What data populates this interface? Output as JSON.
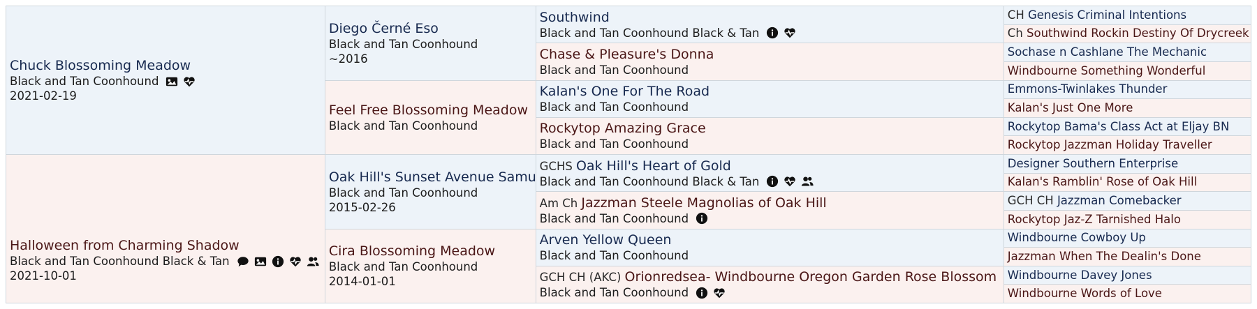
{
  "subject_sire": {
    "name": "Chuck Blossoming Meadow",
    "breed": "Black and Tan Coonhound",
    "date": "2021-02-19",
    "icons": [
      "image-icon",
      "heart-pulse-icon"
    ],
    "sire": {
      "name": "Diego Černé Eso",
      "breed": "Black and Tan Coonhound",
      "date": "~2016",
      "sire": {
        "name": "Southwind",
        "breed": "Black and Tan Coonhound Black & Tan",
        "icons": [
          "info-icon",
          "heart-pulse-icon"
        ],
        "sire": {
          "title": "CH",
          "name": "Genesis Criminal Intentions"
        },
        "dam": {
          "title": "Ch",
          "name": "Southwind Rockin Destiny Of Drycreek"
        }
      },
      "dam": {
        "name": "Chase & Pleasure's Donna",
        "breed": "Black and Tan Coonhound",
        "sire": {
          "name": "Sochase n Cashlane The Mechanic"
        },
        "dam": {
          "name": "Windbourne Something Wonderful"
        }
      }
    },
    "dam": {
      "name": "Feel Free Blossoming Meadow",
      "breed": "Black and Tan Coonhound",
      "sire": {
        "name": "Kalan's One For The Road",
        "breed": "Black and Tan Coonhound",
        "sire": {
          "name": "Emmons-Twinlakes Thunder"
        },
        "dam": {
          "name": "Kalan's Just One More"
        }
      },
      "dam": {
        "name": "Rockytop Amazing Grace",
        "breed": "Black and Tan Coonhound",
        "sire": {
          "name": "Rockytop Bama's Class Act at Eljay BN"
        },
        "dam": {
          "name": "Rockytop Jazzman Holiday Traveller"
        }
      }
    }
  },
  "subject_dam": {
    "name": "Halloween from Charming Shadow",
    "breed": "Black and Tan Coonhound Black & Tan",
    "date": "2021-10-01",
    "icons": [
      "comment-icon",
      "image-icon",
      "info-icon",
      "heart-pulse-icon",
      "users-icon"
    ],
    "sire": {
      "name": "Oak Hill's Sunset Avenue Samu",
      "breed": "Black and Tan Coonhound",
      "date": "2015-02-26",
      "sire": {
        "title": "GCHS",
        "name": "Oak Hill's Heart of Gold",
        "breed": "Black and Tan Coonhound Black & Tan",
        "icons": [
          "info-icon",
          "heart-pulse-icon",
          "users-icon"
        ],
        "sire": {
          "name": "Designer Southern Enterprise"
        },
        "dam": {
          "name": "Kalan's Ramblin' Rose of Oak Hill"
        }
      },
      "dam": {
        "title": "Am Ch",
        "name": "Jazzman Steele Magnolias of Oak Hill",
        "breed": "Black and Tan Coonhound",
        "icons": [
          "info-icon"
        ],
        "sire": {
          "title": "GCH CH",
          "name": "Jazzman Comebacker"
        },
        "dam": {
          "name": "Rockytop Jaz-Z Tarnished Halo"
        }
      }
    },
    "dam": {
      "name": "Cira Blossoming Meadow",
      "breed": "Black and Tan Coonhound",
      "date": "2014-01-01",
      "sire": {
        "name": "Arven Yellow Queen",
        "breed": "Black and Tan Coonhound",
        "sire": {
          "name": "Windbourne Cowboy Up"
        },
        "dam": {
          "name": "Jazzman When The Dealin's Done"
        }
      },
      "dam": {
        "title": "GCH CH (AKC)",
        "name": "Orionredsea- Windbourne Oregon Garden Rose Blossom",
        "breed": "Black and Tan Coonhound",
        "icons": [
          "info-icon",
          "heart-pulse-icon"
        ],
        "sire": {
          "name": "Windbourne Davey Jones"
        },
        "dam": {
          "name": "Windbourne Words of Love"
        }
      }
    }
  },
  "colors": {
    "sire_background": "#edf3f9",
    "dam_background": "#fbf1ef",
    "sire_name": "#17294f",
    "dam_name": "#4a1616",
    "border": "#cfd6dc"
  }
}
